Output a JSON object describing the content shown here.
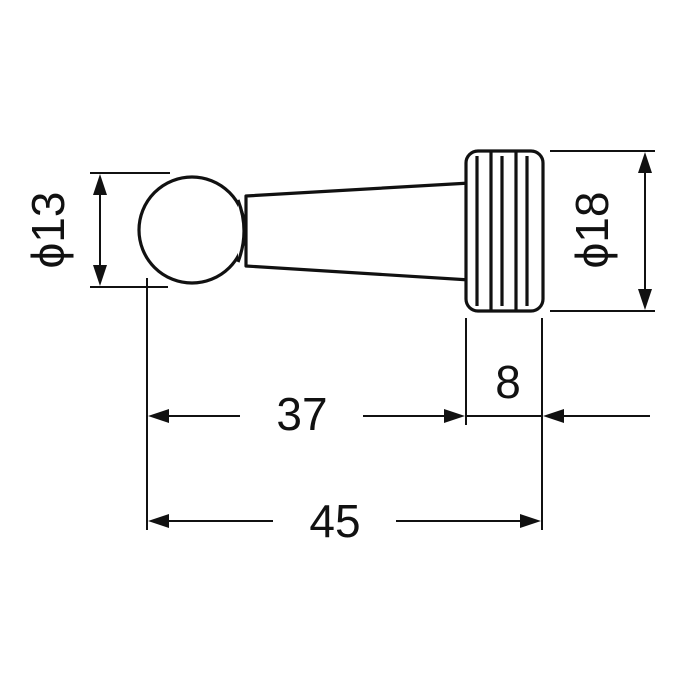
{
  "dimensions": {
    "ball_diameter": "ϕ13",
    "head_diameter": "ϕ18",
    "shank_length": "37",
    "head_length": "8",
    "overall_length": "45"
  },
  "colors": {
    "line": "#111111",
    "background": "#ffffff"
  }
}
